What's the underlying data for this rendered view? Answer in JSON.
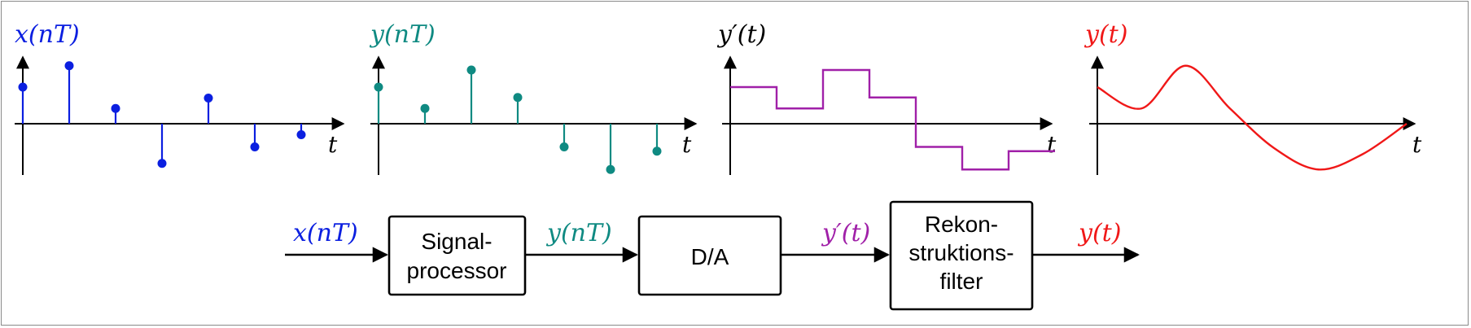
{
  "plots": [
    {
      "title": "x(nT)",
      "axis_label": "t",
      "kind": "stems",
      "values": [
        0.6,
        0.95,
        0.25,
        -0.65,
        0.42,
        -0.38,
        -0.18
      ],
      "color": "#0b1fe0"
    },
    {
      "title": "y(nT)",
      "axis_label": "t",
      "kind": "stems",
      "values": [
        0.6,
        0.25,
        0.88,
        0.43,
        -0.38,
        -0.75,
        -0.45
      ],
      "color": "#0f8a82"
    },
    {
      "title": "y′(t)",
      "axis_label": "t",
      "kind": "staircase",
      "values": [
        0.6,
        0.25,
        0.88,
        0.43,
        -0.38,
        -0.75,
        -0.45
      ],
      "color": "#a020a8"
    },
    {
      "title": "y(t)",
      "axis_label": "t",
      "kind": "curve",
      "values": [
        0.6,
        0.25,
        0.95,
        0.25,
        -0.4,
        -0.75,
        -0.5,
        0.0
      ],
      "color": "#f01818"
    }
  ],
  "block_diagram": {
    "input_label": "x(nT)",
    "input_color": "#0b1fe0",
    "blocks": [
      {
        "lines": [
          "Signal-",
          "processor"
        ]
      },
      {
        "lines": [
          "D/A"
        ]
      },
      {
        "lines": [
          "Rekon-",
          "struktions-",
          "filter"
        ]
      }
    ],
    "links": [
      {
        "label": "y(nT)",
        "color": "#0f8a82"
      },
      {
        "label": "y′(t)",
        "color": "#a020a8"
      }
    ],
    "output_label": "y(t)",
    "output_color": "#f01818"
  }
}
